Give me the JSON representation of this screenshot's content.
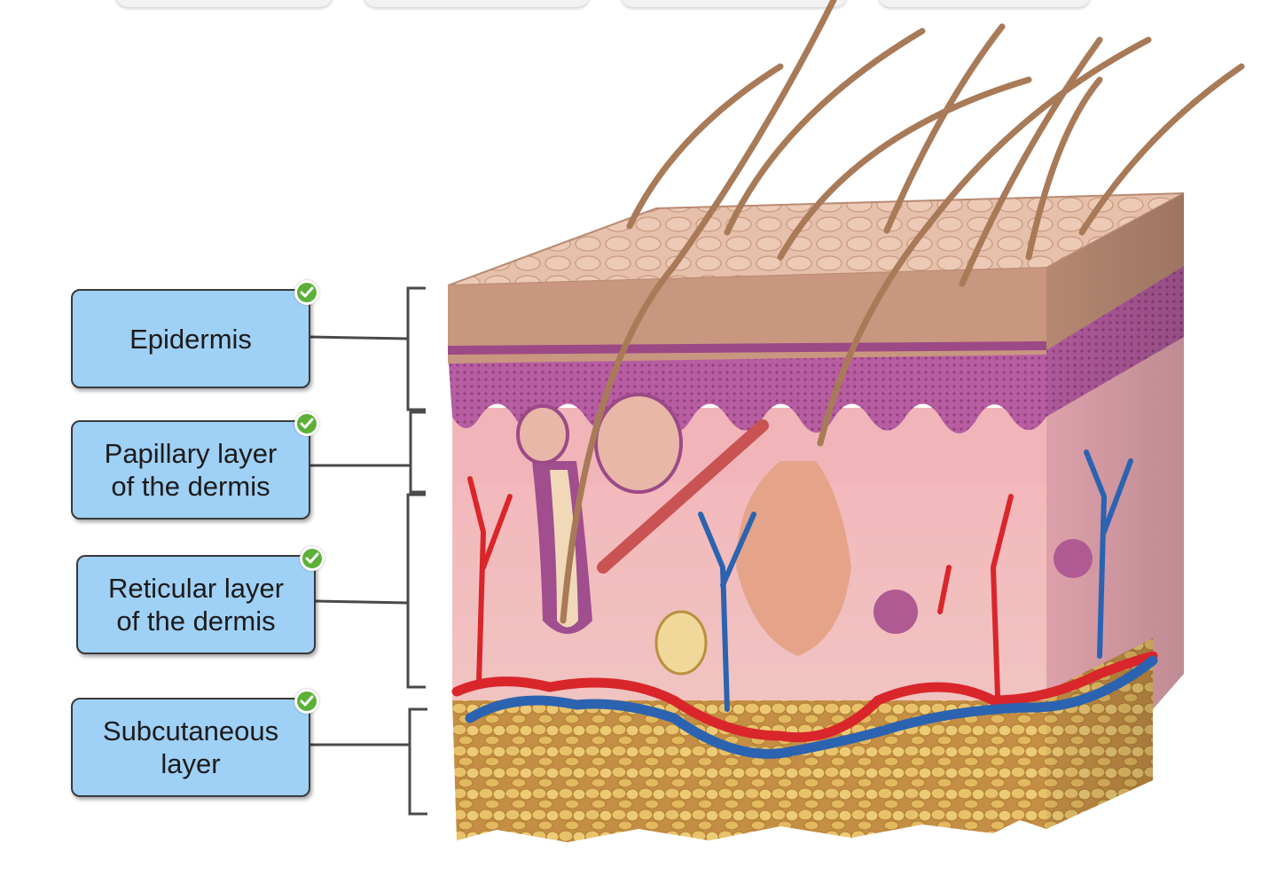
{
  "labels": [
    {
      "text": "Epidermis",
      "status": "correct"
    },
    {
      "text": "Papillary layer\nof the dermis",
      "status": "correct"
    },
    {
      "text": "Reticular layer\nof the dermis",
      "status": "correct"
    },
    {
      "text": "Subcutaneous\nlayer",
      "status": "correct"
    }
  ],
  "colors": {
    "label_fill": "#9fd0f5",
    "check_green": "#5cb037",
    "epidermis": "#c9957f",
    "papillary": "#b45e9e",
    "reticular": "#f2b4b8",
    "subcutaneous": "#e8c06a",
    "artery": "#d9262b",
    "vein": "#2c63b0",
    "hair": "#a87a58"
  },
  "icons": {
    "status": "check-icon"
  }
}
